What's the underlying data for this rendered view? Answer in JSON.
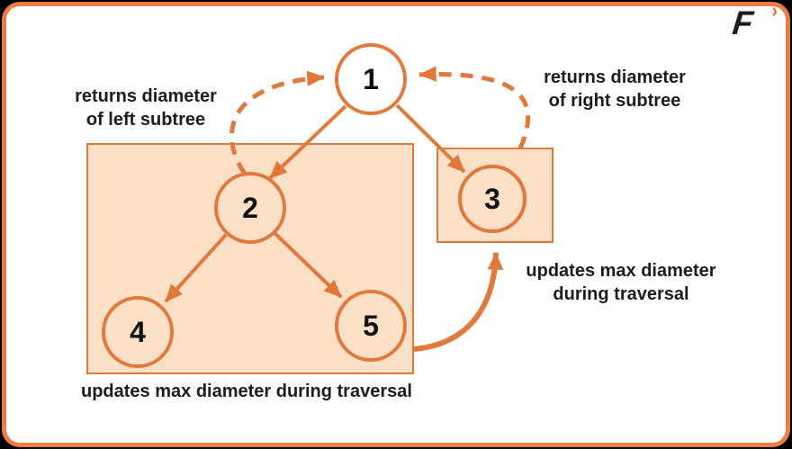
{
  "colors": {
    "accent_orange": "#E2793C",
    "frame_border": "#EB7D45",
    "box_fill": "#FAE0C6",
    "text": "#1D1D1D",
    "background_outer": "#000000",
    "background_inner": "#FFFFFF"
  },
  "logo": {
    "letter": "F",
    "chevron": "›"
  },
  "labels": {
    "left_return": {
      "line1": "returns diameter",
      "line2": "of left subtree"
    },
    "right_return": {
      "line1": "returns diameter",
      "line2": "of right subtree"
    },
    "side_update": {
      "line1": "updates max diameter",
      "line2": "during traversal"
    },
    "bottom_update": "updates max diameter during traversal"
  },
  "nodes": {
    "n1": {
      "label": "1"
    },
    "n2": {
      "label": "2"
    },
    "n3": {
      "label": "3"
    },
    "n4": {
      "label": "4"
    },
    "n5": {
      "label": "5"
    }
  },
  "edges": {
    "solid": [
      "1-2",
      "1-3",
      "2-4",
      "2-5"
    ],
    "dashed_returns": [
      "2-1",
      "3-1"
    ],
    "curved_update": "left-subtree-box-3"
  }
}
